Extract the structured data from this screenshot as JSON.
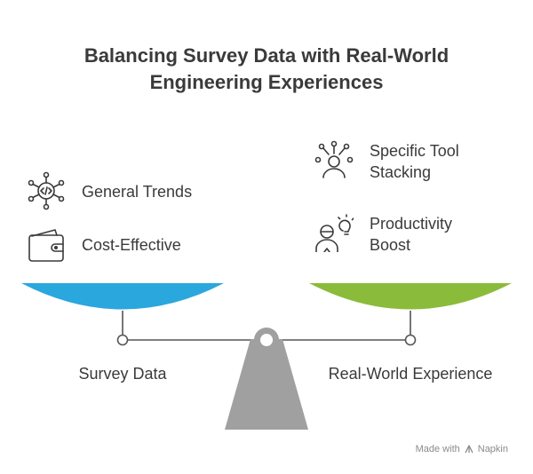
{
  "title": {
    "line1": "Balancing Survey Data with Real-World",
    "line2": "Engineering Experiences"
  },
  "left": {
    "label": "Survey Data",
    "color": "#2aa7dd",
    "items": [
      {
        "label": "General Trends",
        "icon": "code-network-icon"
      },
      {
        "label": "Cost-Effective",
        "icon": "wallet-icon"
      }
    ]
  },
  "right": {
    "label": "Real-World Experience",
    "color": "#8bbb3a",
    "items": [
      {
        "label_line1": "Specific Tool",
        "label_line2": "Stacking",
        "icon": "person-network-icon"
      },
      {
        "label_line1": "Productivity",
        "label_line2": "Boost",
        "icon": "person-idea-icon"
      }
    ]
  },
  "fulcrum_color": "#a0a0a0",
  "brand": {
    "made_with": "Made with",
    "name": "Napkin"
  }
}
